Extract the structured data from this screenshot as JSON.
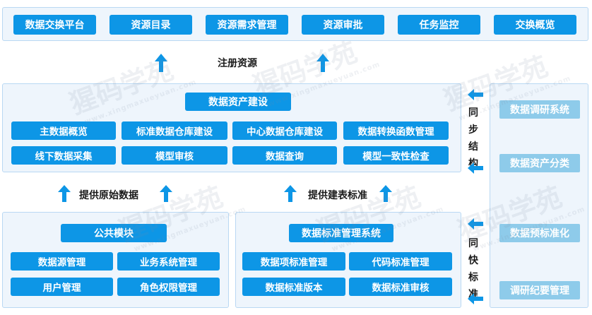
{
  "top_bar": {
    "items": [
      "数据交换平台",
      "资源目录",
      "资源需求管理",
      "资源审批",
      "任务监控",
      "交换概览"
    ]
  },
  "register_label": "注册资源",
  "asset_panel": {
    "title": "数据资产建设",
    "row1": [
      "主数据概览",
      "标准数据仓库建设",
      "中心数据仓库建设",
      "数据转换函数管理"
    ],
    "row2": [
      "线下数据采集",
      "模型审核",
      "数据查询",
      "模型一致性检查"
    ]
  },
  "provide_raw_label": "提供原始数据",
  "provide_std_label": "提供建表标准",
  "public_panel": {
    "title": "公共模块",
    "row1": [
      "数据源管理",
      "业务系统管理"
    ],
    "row2": [
      "用户管理",
      "角色权限管理"
    ]
  },
  "standard_panel": {
    "title": "数据标准管理系统",
    "row1": [
      "数据项标准管理",
      "代码标准管理"
    ],
    "row2": [
      "数据标准版本",
      "数据标准审核"
    ]
  },
  "sync_structure_label": "同步结构",
  "sync_standard_label": "同快标准",
  "side_panel": {
    "items": [
      "数据调研系统",
      "数据资产分类",
      "数据预标准化",
      "调研纪要管理"
    ]
  },
  "watermark": {
    "text": "猩码学苑",
    "url": "www.xingmaxueyuan.com"
  },
  "colors": {
    "button": "#0d96e6",
    "side_button": "#8ecbea",
    "panel_bg": "#eef5fc",
    "panel_border": "#b9d8f3"
  },
  "icons": [
    "arrow-up-icon",
    "arrow-left-icon"
  ]
}
